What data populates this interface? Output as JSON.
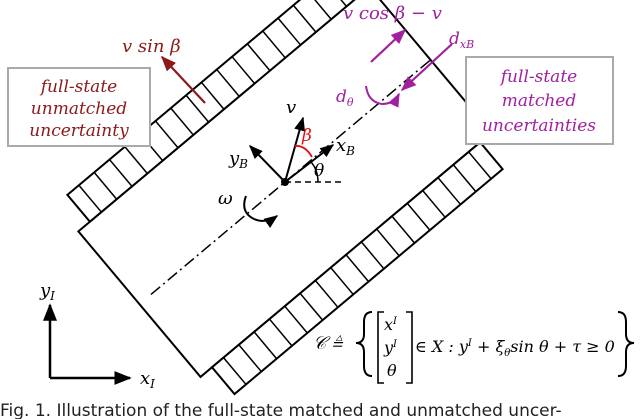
{
  "colors": {
    "ink": "#000000",
    "unmatched": "#8b1a1a",
    "matched": "#a020a0",
    "angle_red": "#e01010",
    "box_border": "#aaaaaa"
  },
  "labels": {
    "v_sin_beta": "v sin β",
    "v_cos_beta_minus_v": "v cos β − v",
    "d_xB": "d",
    "d_xB_sub": "xB",
    "d_theta": "d",
    "d_theta_sub": "θ",
    "v": "v",
    "beta": "β",
    "xB": "x",
    "xB_sub": "B",
    "yB": "y",
    "yB_sub": "B",
    "theta": "θ",
    "omega": "ω",
    "yI": "y",
    "yI_sub": "I",
    "xI": "x",
    "xI_sub": "I"
  },
  "unmatched_box": {
    "line1": "full-state",
    "line2": "unmatched",
    "line3": "uncertainty"
  },
  "matched_box": {
    "line1": "full-state",
    "line2": "matched",
    "line3": "uncertainties"
  },
  "set_definition": {
    "lhs": "𝒞 ≜",
    "vector_row1": "x",
    "vector_row1_sup": "I",
    "vector_row2": "y",
    "vector_row2_sup": "I",
    "vector_row3": "θ",
    "condition": "∈ X : y",
    "condition_sup": "I",
    "condition_rest": " + ξ",
    "condition_sub": "θ",
    "condition_tail": "sin θ + τ ≥ 0"
  },
  "caption": "Fig. 1. Illustration of the full-state matched and unmatched uncer-"
}
